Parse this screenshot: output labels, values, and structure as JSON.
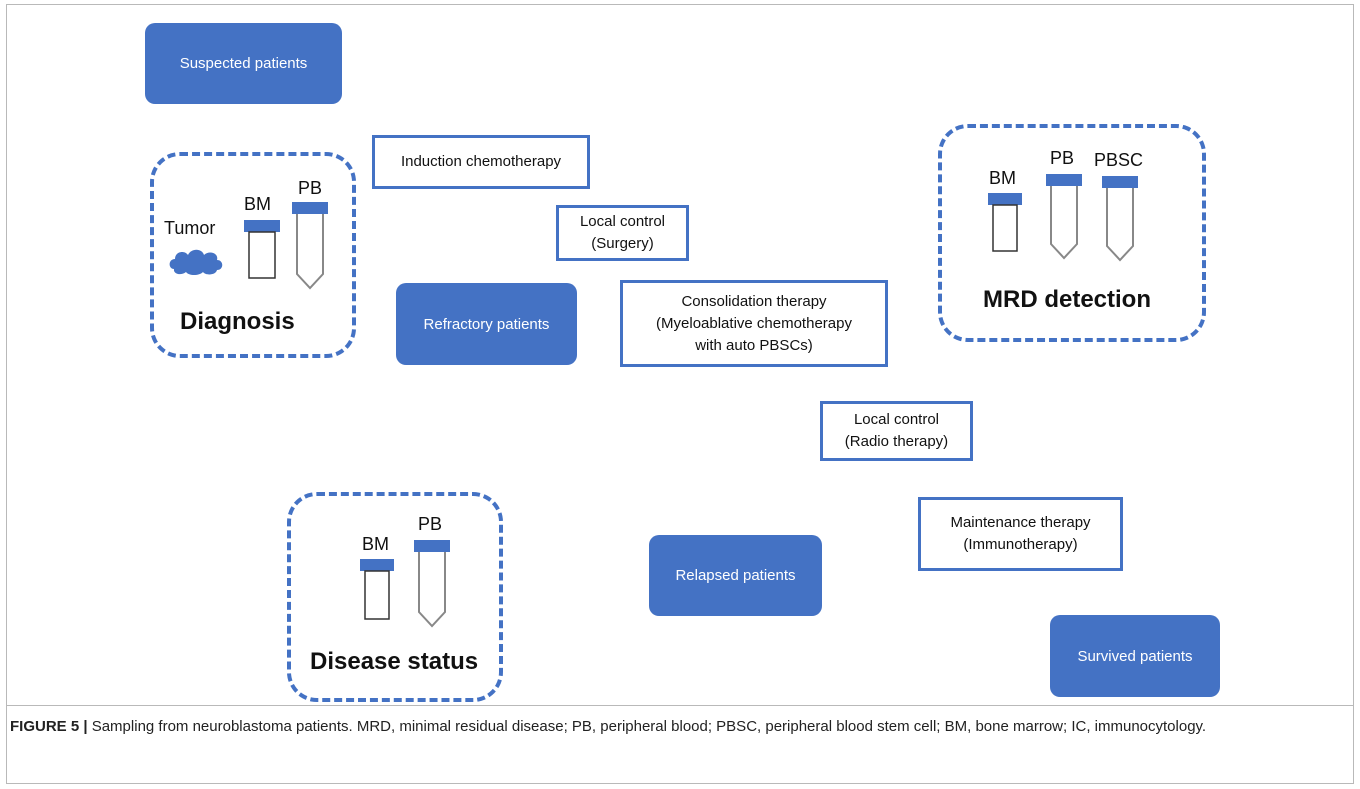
{
  "colors": {
    "accent": "#4472c4",
    "text": "#111111",
    "frame": "#b9b9b9"
  },
  "groups": {
    "diagnosis": {
      "title": "Diagnosis",
      "tumor": "Tumor",
      "bm": "BM",
      "pb": "PB"
    },
    "mrd": {
      "title": "MRD detection",
      "bm": "BM",
      "pb": "PB",
      "pbsc": "PBSC"
    },
    "disease": {
      "title": "Disease status",
      "bm": "BM",
      "pb": "PB"
    }
  },
  "patients": {
    "suspected": "Suspected patients",
    "refractory": "Refractory patients",
    "relapsed": "Relapsed patients",
    "survived": "Survived patients"
  },
  "steps": {
    "induction": "Induction chemotherapy",
    "surgery": "Local control\n(Surgery)",
    "consolidation": "Consolidation therapy\n(Myeloablative chemotherapy\nwith auto PBSCs)",
    "radio": "Local control\n(Radio therapy)",
    "maintenance": "Maintenance therapy\n(Immunotherapy)"
  },
  "caption": {
    "label": "FIGURE 5 |",
    "text": " Sampling from neuroblastoma patients. MRD, minimal residual disease; PB, peripheral blood; PBSC, peripheral blood stem cell; BM, bone marrow; IC, immunocytology."
  }
}
